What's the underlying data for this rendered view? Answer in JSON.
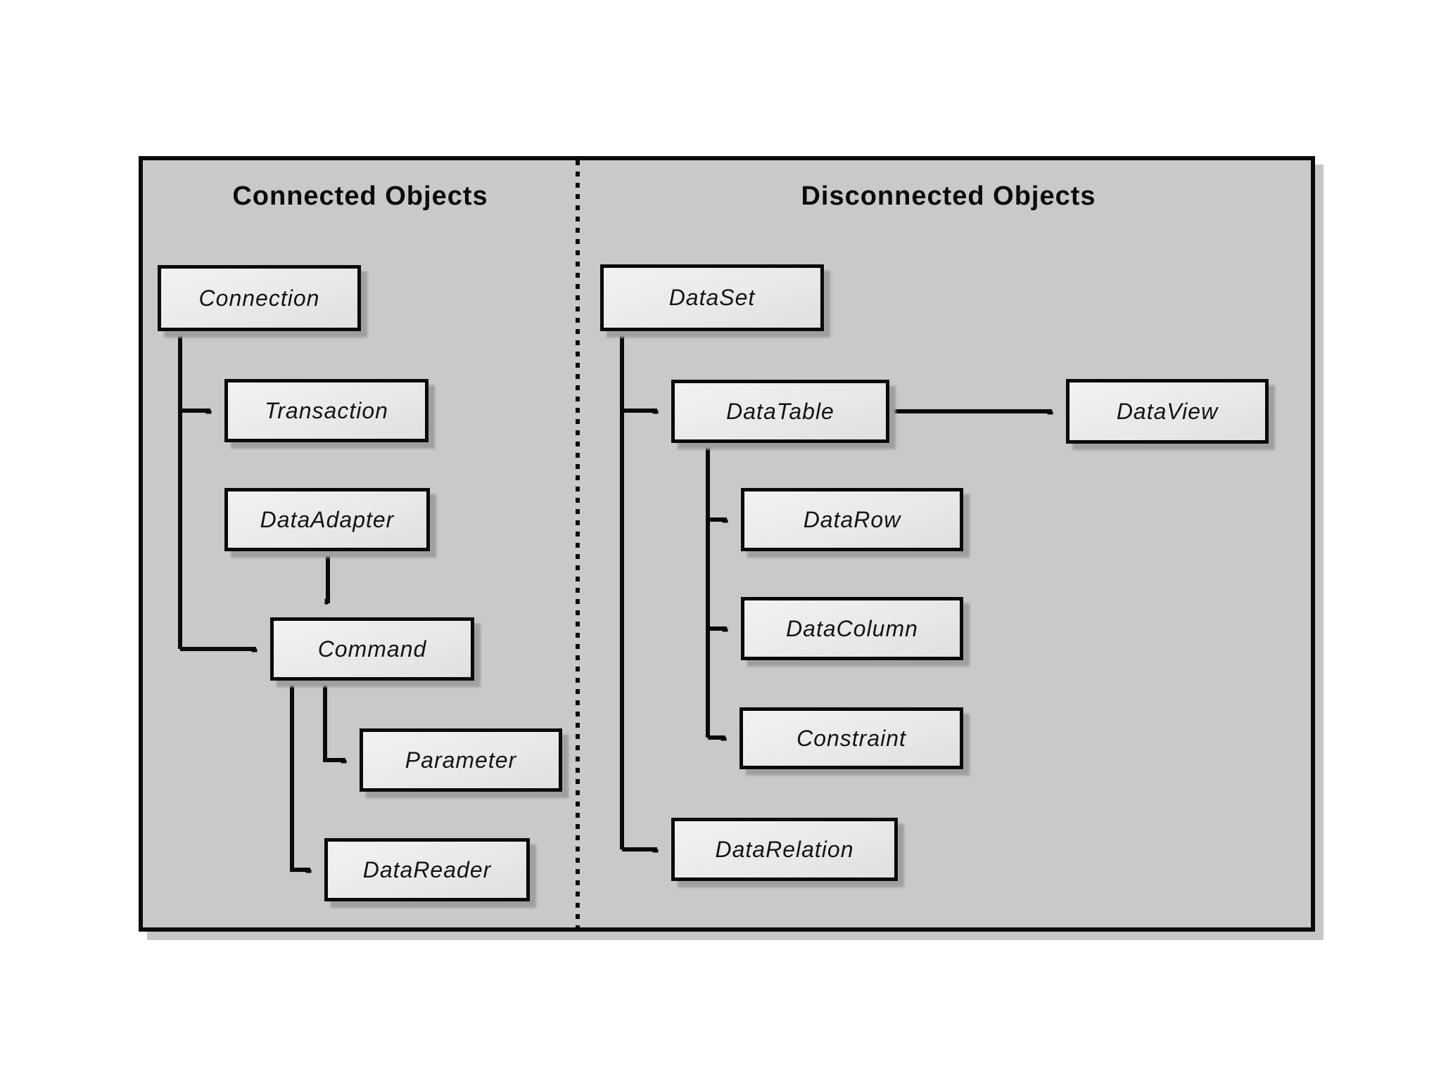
{
  "diagram": {
    "left": {
      "title": "Connected Objects",
      "nodes": {
        "connection": {
          "label": "Connection"
        },
        "transaction": {
          "label": "Transaction"
        },
        "dataadapter": {
          "label": "DataAdapter"
        },
        "command": {
          "label": "Command"
        },
        "parameter": {
          "label": "Parameter"
        },
        "datareader": {
          "label": "DataReader"
        }
      },
      "edges": [
        {
          "from": "Connection",
          "to": "Transaction"
        },
        {
          "from": "Connection",
          "to": "Command"
        },
        {
          "from": "DataAdapter",
          "to": "Command"
        },
        {
          "from": "Command",
          "to": "Parameter"
        },
        {
          "from": "Command",
          "to": "DataReader"
        }
      ]
    },
    "right": {
      "title": "Disconnected Objects",
      "nodes": {
        "dataset": {
          "label": "DataSet"
        },
        "datatable": {
          "label": "DataTable"
        },
        "dataview": {
          "label": "DataView"
        },
        "datarow": {
          "label": "DataRow"
        },
        "datacolumn": {
          "label": "DataColumn"
        },
        "constraint": {
          "label": "Constraint"
        },
        "datarelation": {
          "label": "DataRelation"
        }
      },
      "edges": [
        {
          "from": "DataSet",
          "to": "DataTable"
        },
        {
          "from": "DataSet",
          "to": "DataRelation"
        },
        {
          "from": "DataTable",
          "to": "DataView"
        },
        {
          "from": "DataTable",
          "to": "DataRow"
        },
        {
          "from": "DataTable",
          "to": "DataColumn"
        },
        {
          "from": "DataTable",
          "to": "Constraint"
        }
      ]
    },
    "colors": {
      "page_bg": "#ffffff",
      "panel_bg": "#c9c9c9",
      "box_bg": "#ececec",
      "line": "#0a0a0a",
      "shadow": "#9f9f9f"
    }
  }
}
